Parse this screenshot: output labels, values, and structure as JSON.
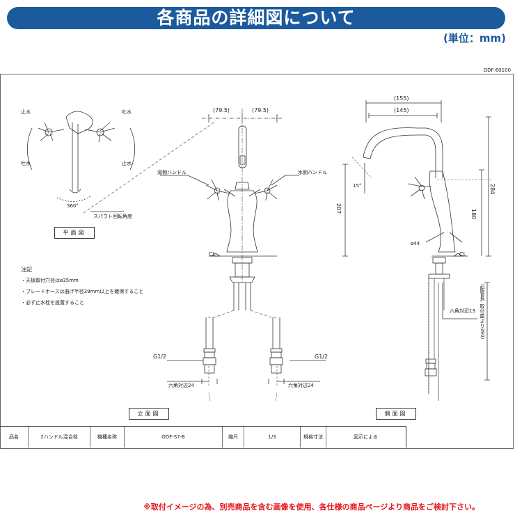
{
  "banner": {
    "title": "各商品の詳細図について",
    "unit": "(単位：mm)"
  },
  "drawing": {
    "model_code_top": "ODF 60100",
    "plan": {
      "labels": {
        "stop_tl": "止水",
        "spout_tr": "吐水",
        "spout_bl": "吐水",
        "stop_br": "止水"
      },
      "angle": "360°",
      "spout_rotation": "スパウト回転角度",
      "view_name": "平面図"
    },
    "front": {
      "dim_left": "(79.5)",
      "dim_right": "(79.5)",
      "hot_handle": "湯側ハンドル",
      "cold_handle": "水側ハンドル",
      "cl": "CL",
      "thread_left": "G1/2",
      "thread_right": "G1/2",
      "hex_left": "六角対辺24",
      "hex_right": "六角対辺24",
      "view_name": "立面図"
    },
    "side": {
      "dim_outer": "(155)",
      "dim_inner": "(145)",
      "angle": "15°",
      "height_total": "284",
      "height_207": "207",
      "height_180": "180",
      "diameter": "ø44",
      "cl": "CL",
      "hex": "六角対辺13",
      "hose_length": "(配管長, 取付面より390)",
      "view_name": "側面図"
    },
    "notes": {
      "title": "注記",
      "items": [
        "・天板取付穴径はø35mm",
        "・ブレードホースは曲げ半径39mm以上を確保すること",
        "・必ず止水栓を設置すること"
      ]
    },
    "title_block": {
      "product_name_label": "品名",
      "product_name": "2ハンドル混合栓",
      "model_label": "機種名称",
      "model": "ODF-S7-B",
      "scale_label": "縮尺",
      "scale": "1/3",
      "standard_label": "規格寸法",
      "standard": "図示による"
    }
  },
  "footer_note": "※取付イメージの為、別売商品を含む画像を使用、各仕様の商品ページより商品をご検討下さい。",
  "colors": {
    "banner": "#1b5a9c",
    "footer_note": "#e8141b"
  }
}
